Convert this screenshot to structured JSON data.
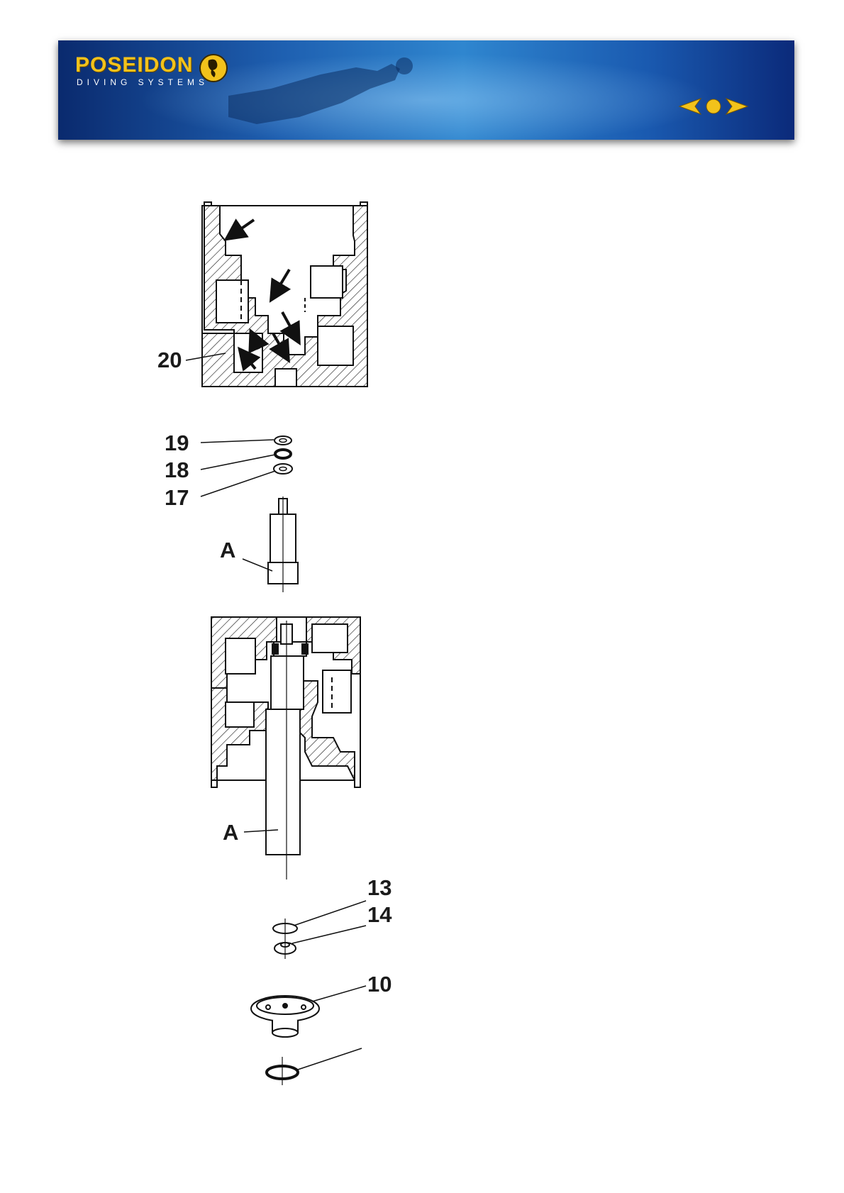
{
  "header": {
    "brand": "POSEIDON",
    "tagline": "DIVING SYSTEMS",
    "logo_icon": "seahorse-emblem-icon",
    "nav_icons": [
      "prev-arrow-icon",
      "home-dot-icon",
      "next-arrow-icon"
    ],
    "accent_color": "#f2c21b"
  },
  "drawing": {
    "labels": {
      "p20": "20",
      "p19": "19",
      "p18": "18",
      "p17": "17",
      "a_top": "A",
      "a_bottom": "A",
      "p13": "13",
      "p14": "14",
      "p10": "10"
    }
  }
}
